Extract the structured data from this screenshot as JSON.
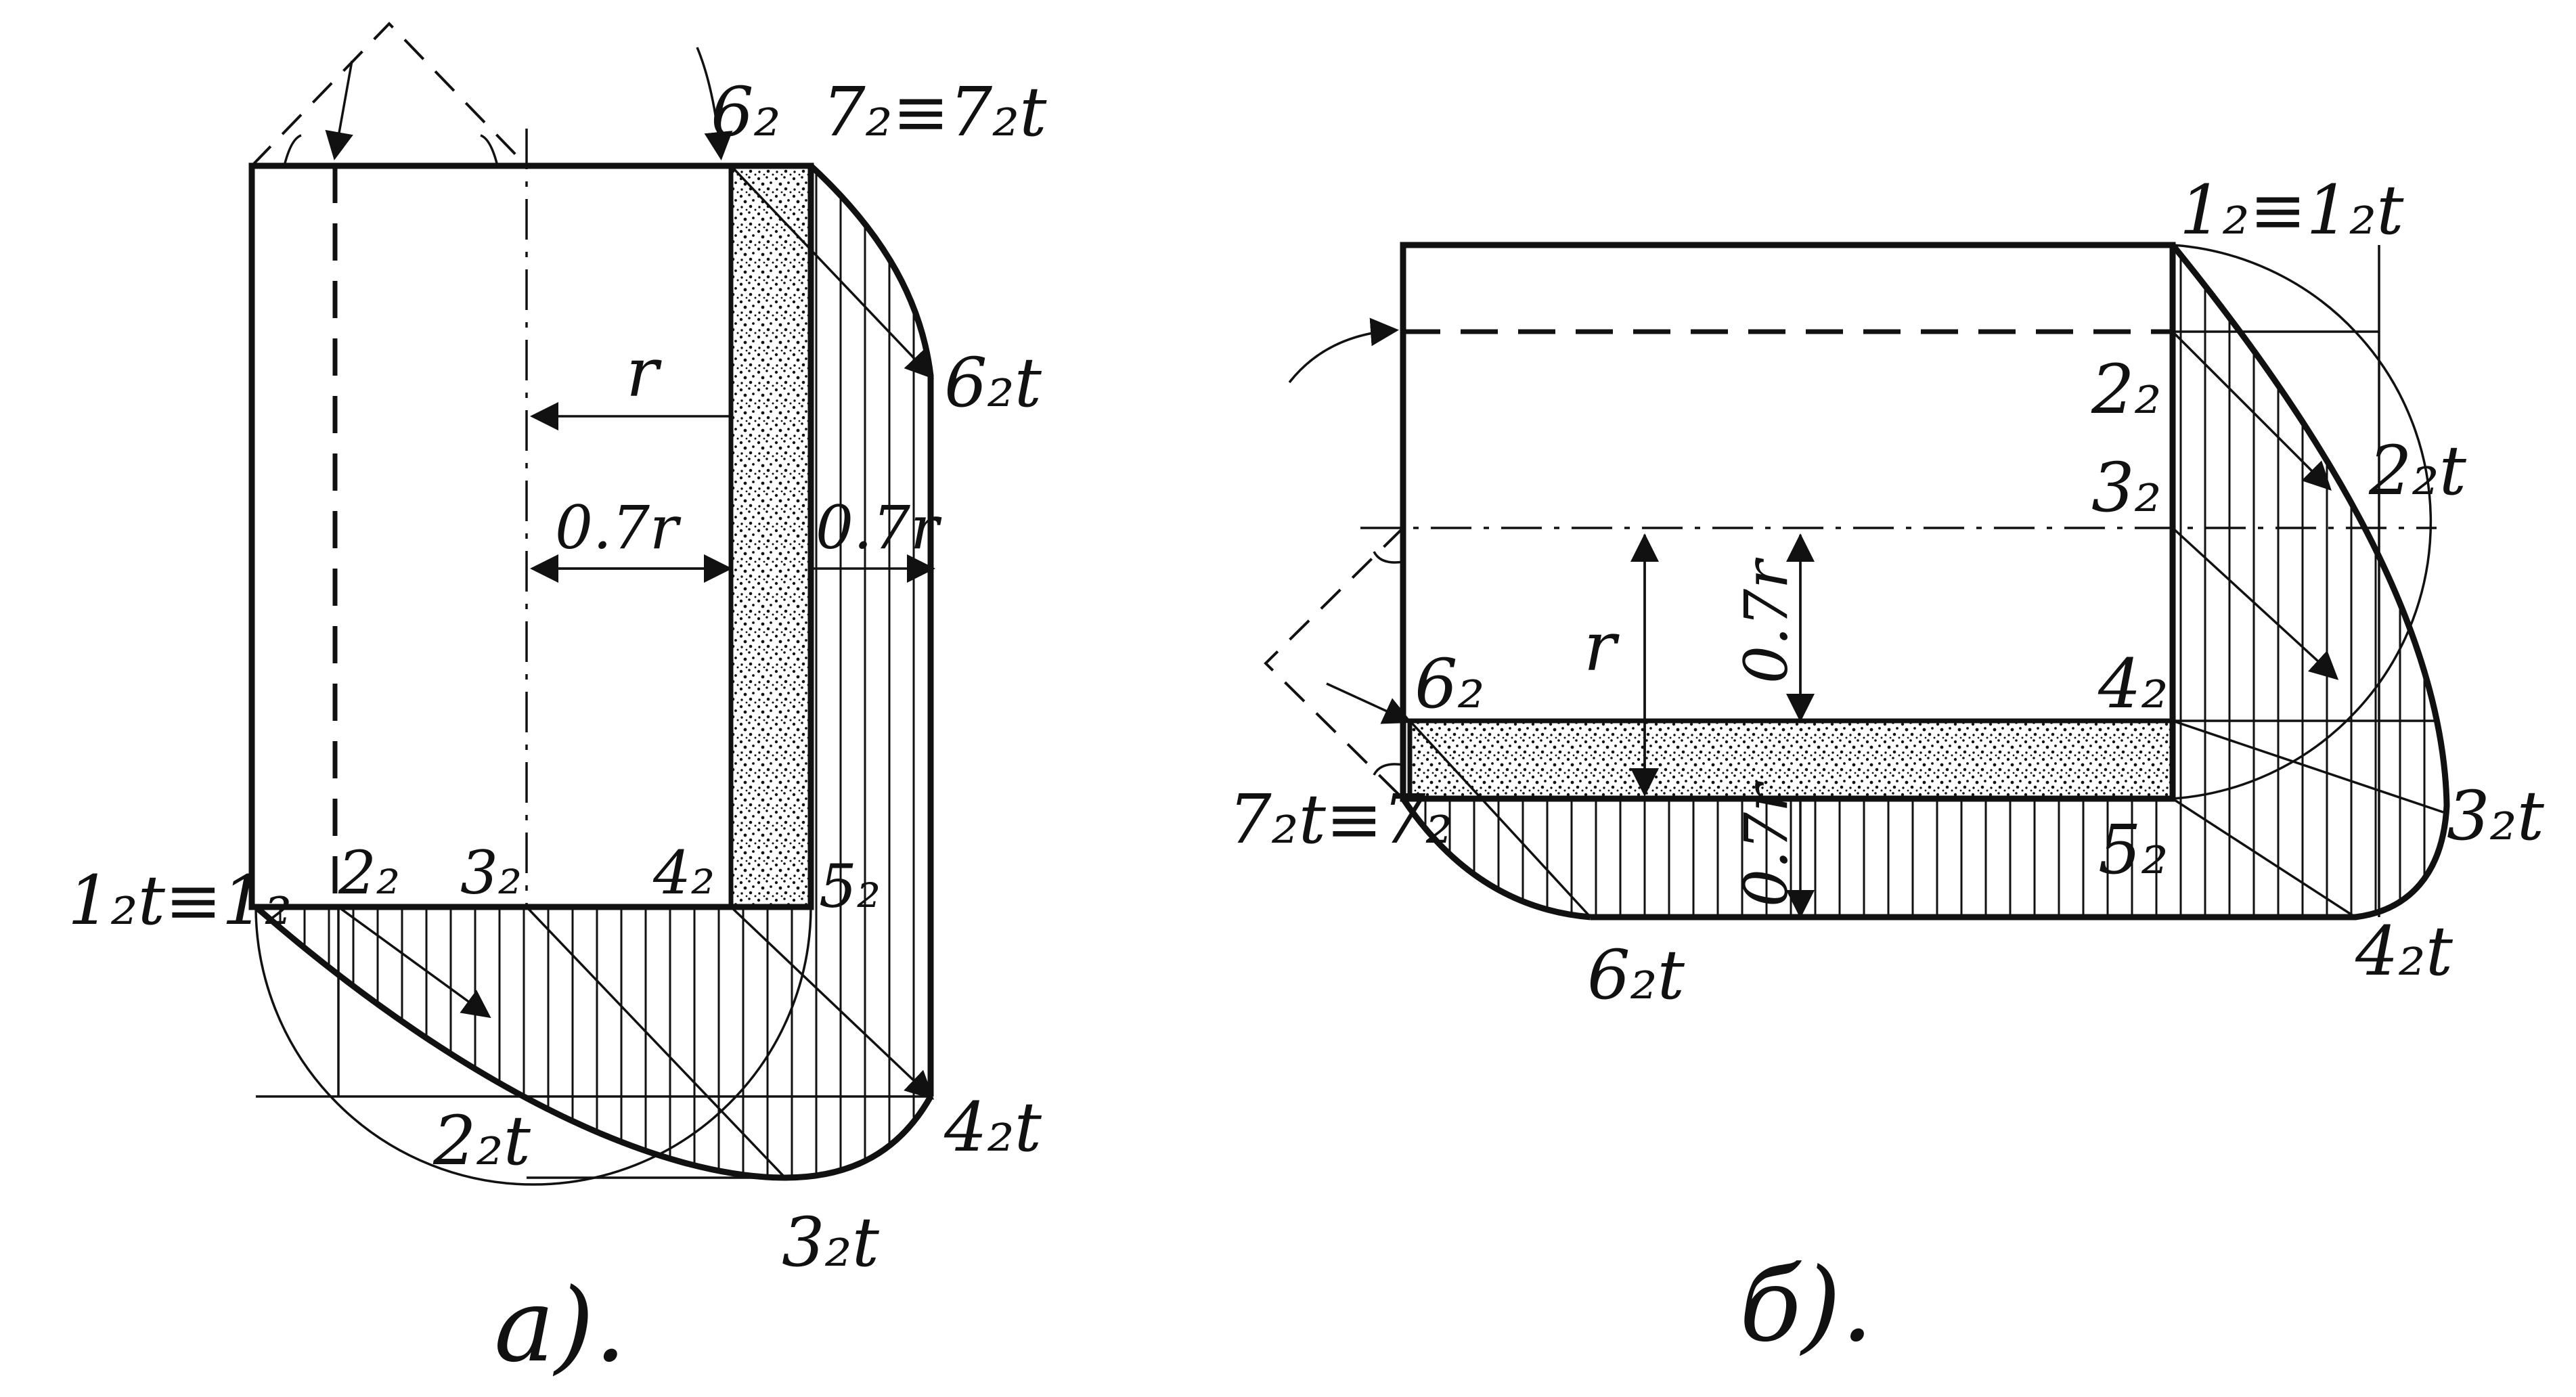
{
  "figure_a": {
    "caption": "а).",
    "labels": {
      "p12t_1_2": "1₂t≡1₂",
      "p2_2": "2₂",
      "p3_2": "3₂",
      "p4_2": "4₂",
      "p5_2": "5₂",
      "p6_2": "6₂",
      "p7_2": "7₂≡7₂t",
      "p6_2t": "6₂t",
      "p4_2t": "4₂t",
      "p3_2t": "3₂t",
      "p2_2t": "2₂t",
      "dim_r": "r",
      "dim_07r_in": "0.7r",
      "dim_07r_out": "0.7r"
    }
  },
  "figure_b": {
    "caption": "б).",
    "labels": {
      "p1_2": "1₂≡1₂t",
      "p2_2": "2₂",
      "p3_2": "3₂",
      "p4_2": "4₂",
      "p5_2": "5₂",
      "p6_2": "6₂",
      "p7_2t": "7₂t≡7₂",
      "p2_2t": "2₂t",
      "p3_2t": "3₂t",
      "p4_2t": "4₂t",
      "p6_2t": "6₂t",
      "dim_r": "r",
      "dim_07r_in": "0.7r",
      "dim_07r_out": "0.7r"
    }
  },
  "colors": {
    "ink": "#111111",
    "paper": "#ffffff"
  }
}
